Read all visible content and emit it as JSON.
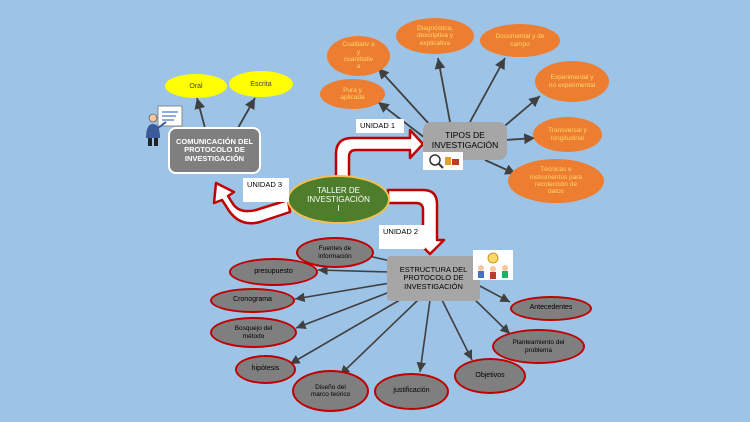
{
  "center": {
    "label": "TALLER  DE INVESTIGACIÓN I"
  },
  "tipos": {
    "label": "TIPOS DE INVESTIGACIÓN"
  },
  "comunicacion": {
    "label": "COMUNICACIÓN DEL PROTOCOLO DE INVESTIGACIÓN"
  },
  "estructura": {
    "label": "ESTRUCTURA  DEL PROTOCOLO DE INVESTIGACIÓN"
  },
  "unidades": {
    "u1": "UNIDAD 1",
    "u2": "UNIDAD 2",
    "u3": "UNIDAD 3"
  },
  "comunicacion_items": [
    "Oral",
    "Escrita"
  ],
  "tipos_items": [
    "Cualitativ a y cuantitativ a",
    "Diagnóstica, descriptiva y explicativa",
    "Documental y de campo",
    "Experimental y no experimental",
    "Pura y aplicada",
    "Transversal y longitudinal",
    "Técnicas e instrumentos para recolección de datos"
  ],
  "estructura_items": [
    "Fuentes de información",
    "presupuesto",
    "Cronograma",
    "Bosquejo del método",
    "hipótesis",
    "Diseño del marco teórico",
    "justificación",
    "Objetivos",
    "Planteamiento del problema",
    "Antecedentes"
  ],
  "colors": {
    "background": "#9dc3e6",
    "center": "#4e7d2c",
    "orange": "#ed7d31",
    "yellow": "#ffff00",
    "gray_node": "#7f7f7f",
    "red": "#c00000"
  }
}
